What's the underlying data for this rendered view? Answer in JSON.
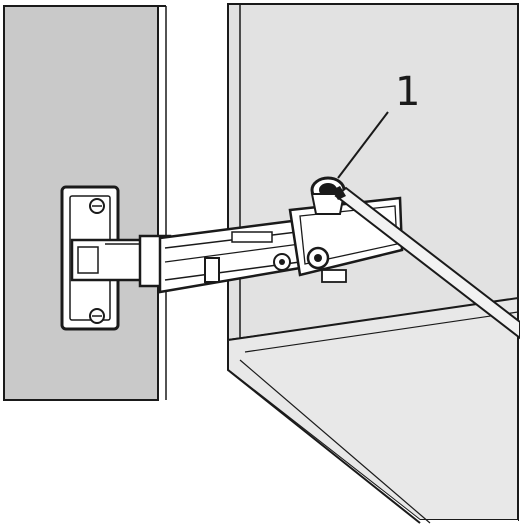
{
  "diagram": {
    "callout_label": "1"
  },
  "colors": {
    "door_fill": "#c9c9c9",
    "cabinet_fill": "#e2e2e2",
    "interior_fill": "#ffffff",
    "line": "#1a1a1a",
    "hinge_fill": "#ffffff",
    "screwdriver_fill": "#f2f2f2"
  },
  "icons": [
    "hinge",
    "screw",
    "screwdriver",
    "callout-leader"
  ]
}
